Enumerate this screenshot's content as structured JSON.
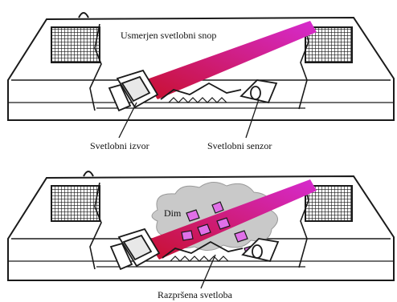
{
  "top_panel": {
    "beam_label": "Usmerjen svetlobni snop",
    "source_label": "Svetlobni izvor",
    "sensor_label": "Svetlobni senzor"
  },
  "bottom_panel": {
    "smoke_label": "Dim",
    "scatter_label": "Razpršena svetloba"
  },
  "colors": {
    "beam_start": "#c8102e",
    "beam_end": "#d62bd0",
    "particle": "#e070e8",
    "smoke": "#c9c9c9",
    "line": "#1a1a1a"
  }
}
